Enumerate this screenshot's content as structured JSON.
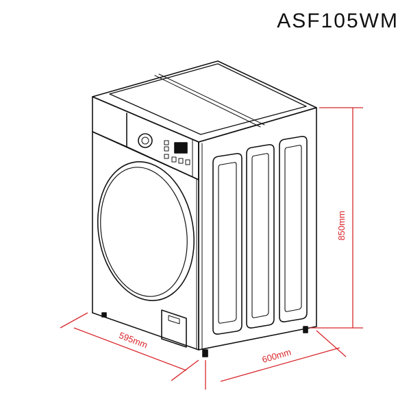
{
  "model": "ASF105WM",
  "dimensions": {
    "height": "850mm",
    "width": "600mm",
    "depth": "595mm"
  },
  "colors": {
    "outline": "#111111",
    "dimension_line": "#d8262b",
    "background": "#ffffff"
  }
}
